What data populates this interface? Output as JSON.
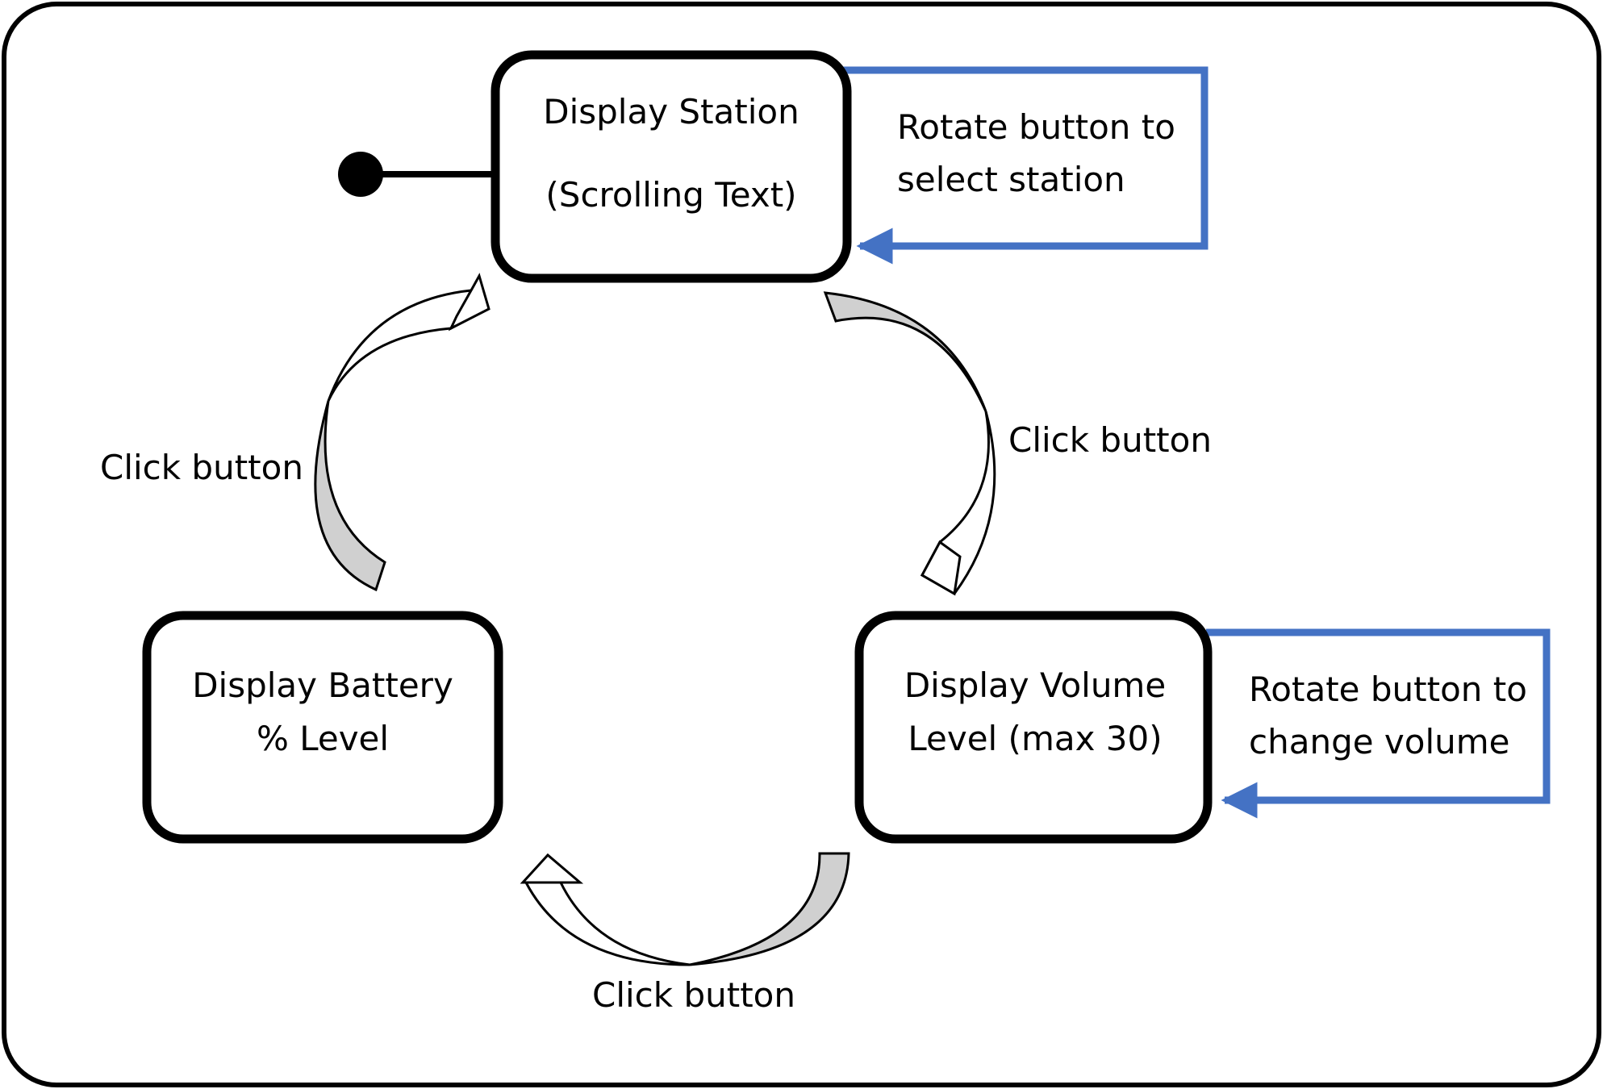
{
  "colors": {
    "frame": "#000000",
    "state_border": "#000000",
    "self_loop": "#4472C4",
    "arrow_shadow": "#d0d0d0",
    "arrow_face": "#ffffff"
  },
  "states": {
    "station": {
      "line1": "Display Station",
      "line2": "(Scrolling Text)"
    },
    "volume": {
      "line1": "Display Volume",
      "line2": "Level (max 30)"
    },
    "battery": {
      "line1": "Display Battery",
      "line2": "% Level"
    }
  },
  "self_loops": {
    "station": {
      "line1": "Rotate button to",
      "line2": "select station"
    },
    "volume": {
      "line1": "Rotate button to",
      "line2": "change volume"
    }
  },
  "transitions": {
    "station_to_volume": "Click button",
    "volume_to_battery": "Click button",
    "battery_to_station": "Click button"
  }
}
